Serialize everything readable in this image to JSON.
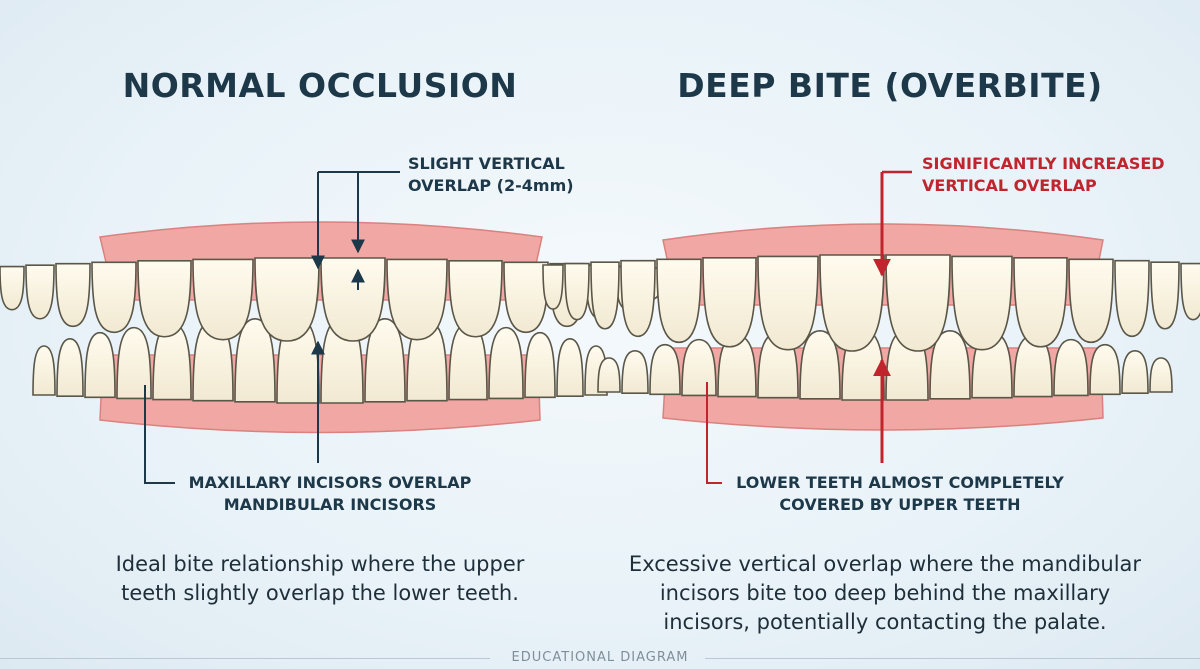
{
  "left": {
    "title": "NORMAL OCCLUSION",
    "note_top": [
      "SLIGHT VERTICAL",
      "OVERLAP (2-4mm)"
    ],
    "note_bottom": [
      "MAXILLARY INCISORS OVERLAP",
      "MANDIBULAR INCISORS"
    ],
    "description": [
      "Ideal bite relationship where the upper",
      "teeth slightly overlap the lower teeth."
    ]
  },
  "right": {
    "title": "DEEP BITE (OVERBITE)",
    "note_top": [
      "SIGNIFICANTLY INCREASED",
      "VERTICAL OVERLAP"
    ],
    "note_bottom": [
      "LOWER TEETH ALMOST COMPLETELY",
      "COVERED BY UPPER TEETH"
    ],
    "description": [
      "Excessive vertical overlap where the mandibular",
      "incisors bite too deep behind the maxillary",
      "incisors, potentially contacting the palate."
    ]
  },
  "footer": "EDUCATIONAL DIAGRAM",
  "colors": {
    "gum": "#f1a7a3",
    "gum_dark": "#e38c8a",
    "tooth": "#fbf5e4",
    "tooth_outline": "#5a5648",
    "navy": "#1d3849",
    "red": "#c0252d"
  }
}
